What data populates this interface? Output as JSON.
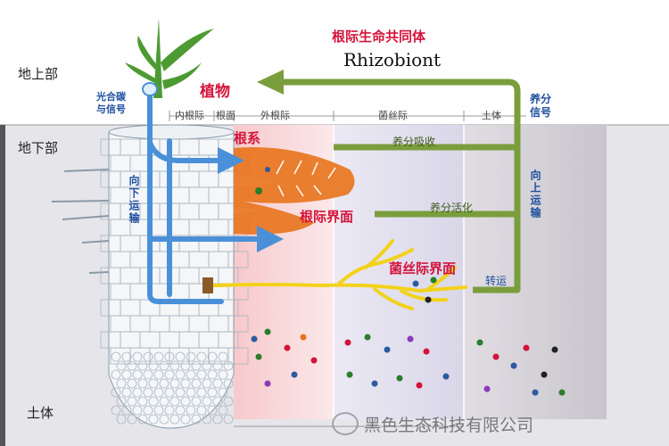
{
  "layers": {
    "above_ground": "地上部",
    "below_ground": "地下部",
    "soil_bottom": "土体"
  },
  "titles": {
    "rhizobiont_cn": "根际生命共同体",
    "rhizobiont_en": "Rhizobiont"
  },
  "labels": {
    "photosynthate": "光合碳\n与信号",
    "plant": "植物",
    "root_system": "根系",
    "rhizosphere_interface": "根际界面",
    "hyphosphere_interface": "菌丝际界面",
    "downward_transport": "向下运输",
    "upward_transport": "向上运输",
    "nutrient_signal": "养分\n信号",
    "nutrient_absorption": "养分吸收",
    "nutrient_activation": "养分活化",
    "transfer": "转运"
  },
  "zones": [
    "内根际",
    "根面",
    "外根际",
    "菌丝际",
    "土体"
  ],
  "watermark": "黑色生态科技有限公司",
  "colors": {
    "arrow_green": "#7a9e3c",
    "arrow_blue": "#4a90d9",
    "rhizosphere_orange": "#e8731c",
    "hyphae_yellow": "#f2d21b",
    "label_red": "#d4143a",
    "label_blue": "#1f4fa0"
  }
}
